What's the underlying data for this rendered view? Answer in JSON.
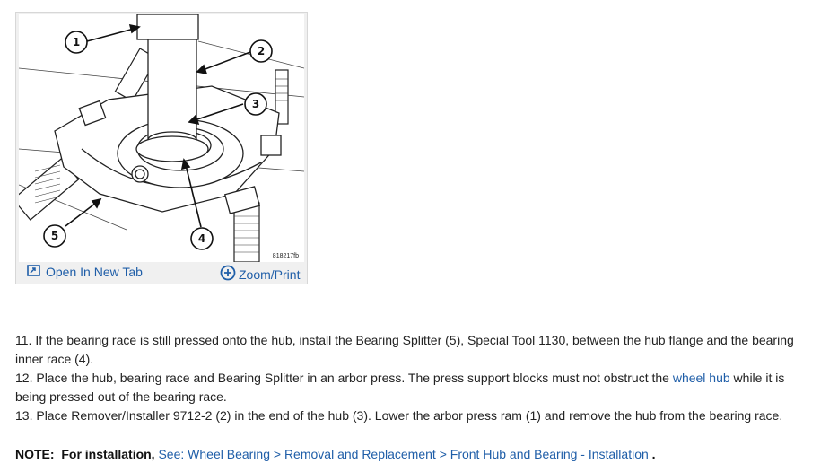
{
  "figure": {
    "callouts": [
      "1",
      "2",
      "3",
      "4",
      "5"
    ],
    "figure_id": "818217fb",
    "open_tab_label": "Open In New Tab",
    "zoom_label": "Zoom/Print",
    "icons": [
      "open-new-tab-icon",
      "zoom-plus-icon"
    ],
    "accent_color": "#1f5ea8"
  },
  "steps": [
    {
      "text": "11. If the bearing race is still pressed onto the hub, install the Bearing Splitter (5), Special Tool 1130, between the hub flange and the bearing inner race (4)."
    },
    {
      "before": "12. Place the hub, bearing race and Bearing Splitter in an arbor press. The press support blocks must not obstruct the ",
      "link": "wheel hub",
      "after": " while it is being pressed out of the bearing race."
    },
    {
      "text": "13. Place Remover/Installer 9712-2 (2) in the end of the hub (3). Lower the arbor press ram (1) and remove the hub from the bearing race."
    }
  ],
  "note": {
    "label": "NOTE:",
    "lead": "For installation,",
    "link": "See: Wheel Bearing > Removal and Replacement > Front Hub and Bearing - Installation",
    "tail": "."
  }
}
